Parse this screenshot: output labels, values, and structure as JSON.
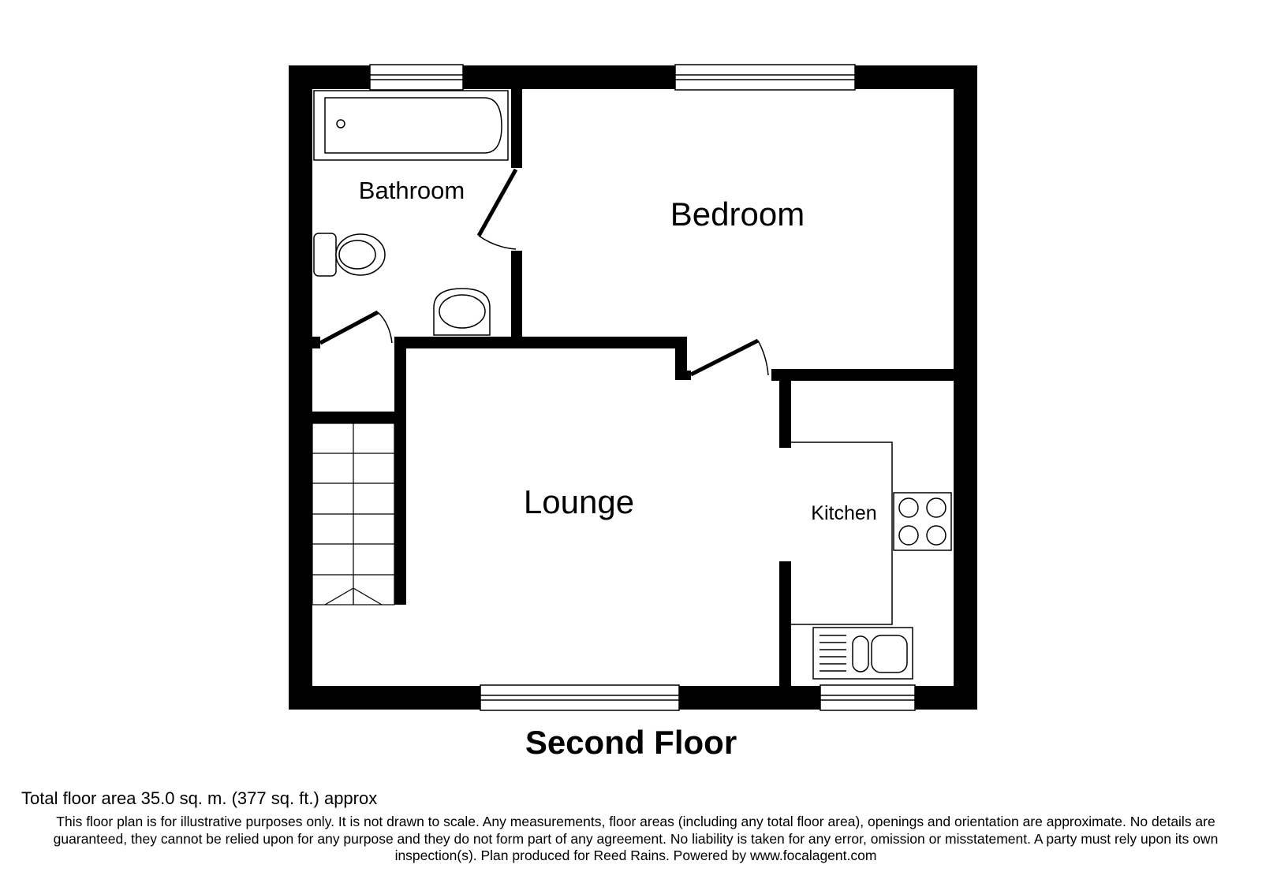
{
  "rooms": {
    "bathroom": "Bathroom",
    "bedroom": "Bedroom",
    "lounge": "Lounge",
    "kitchen": "Kitchen"
  },
  "floor_title": "Second Floor",
  "total_area": "Total floor area 35.0 sq. m. (377 sq. ft.) approx",
  "disclaimer": "This floor plan is for illustrative purposes only. It is not drawn to scale. Any measurements, floor areas (including any total floor area), openings and orientation are approximate. No details are guaranteed, they cannot be relied upon for any purpose and they do not form part of any agreement. No liability is taken for any error, omission or misstatement. A party must rely upon its own inspection(s). Plan produced for Reed Rains. Powered by www.focalagent.com",
  "colors": {
    "wall": "#000000",
    "background": "#ffffff"
  }
}
